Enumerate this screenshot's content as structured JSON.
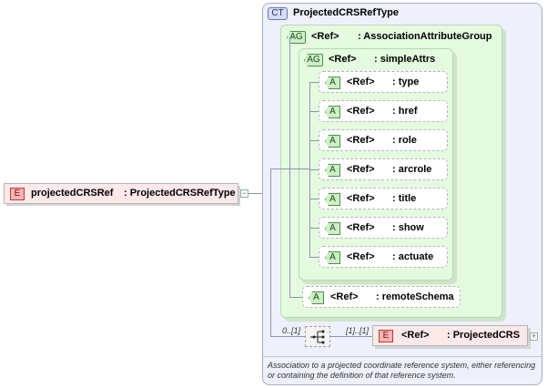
{
  "root_element": {
    "badge": "E",
    "name": "projectedCRSRef",
    "type": ": ProjectedCRSRefType"
  },
  "complex_type": {
    "badge": "CT",
    "name": "ProjectedCRSRefType"
  },
  "association_group": {
    "badge": "AG",
    "ref": "<Ref>",
    "name": ": AssociationAttributeGroup"
  },
  "simple_attrs": {
    "badge": "AG",
    "ref": "<Ref>",
    "name": ": simpleAttrs"
  },
  "attributes": [
    {
      "badge": "A",
      "ref": "<Ref>",
      "name": ": type"
    },
    {
      "badge": "A",
      "ref": "<Ref>",
      "name": ": href"
    },
    {
      "badge": "A",
      "ref": "<Ref>",
      "name": ": role"
    },
    {
      "badge": "A",
      "ref": "<Ref>",
      "name": ": arcrole"
    },
    {
      "badge": "A",
      "ref": "<Ref>",
      "name": ": title"
    },
    {
      "badge": "A",
      "ref": "<Ref>",
      "name": ": show"
    },
    {
      "badge": "A",
      "ref": "<Ref>",
      "name": ": actuate"
    }
  ],
  "remote_schema": {
    "badge": "A",
    "ref": "<Ref>",
    "name": ": remoteSchema"
  },
  "sequence": {
    "occurrence": "0..[1]"
  },
  "child_element": {
    "badge": "E",
    "ref": "<Ref>",
    "name": ": ProjectedCRS",
    "occurrence": "[1]..[1]"
  },
  "documentation": {
    "line1": "Association to a projected coordinate reference system, either referencing",
    "line2": "or containing the definition of that reference system."
  }
}
